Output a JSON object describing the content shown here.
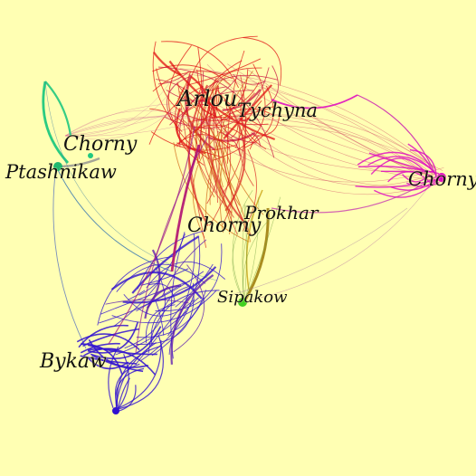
{
  "diagram": {
    "type": "network-graph",
    "background": "#ffffb3",
    "nodes": [
      {
        "id": "arlou",
        "label": "Arlou",
        "color": "#e01010"
      },
      {
        "id": "tychyna",
        "label": "Tychyna",
        "color": "#e02020"
      },
      {
        "id": "chorny_nw",
        "label": "Chorny",
        "color": "#20c880"
      },
      {
        "id": "ptashnikau",
        "label": "Ptashnikaw",
        "color": "#20b870"
      },
      {
        "id": "chorny_e",
        "label": "Chorny",
        "color": "#e010c0"
      },
      {
        "id": "chorny_c",
        "label": "Chorny",
        "color": "#9010a0"
      },
      {
        "id": "prokhar",
        "label": "Prokhar",
        "color": "#c89010"
      },
      {
        "id": "sipakou",
        "label": "Sipakow",
        "color": "#40d020"
      },
      {
        "id": "bykau",
        "label": "Bykaw",
        "color": "#3010d0"
      }
    ]
  }
}
